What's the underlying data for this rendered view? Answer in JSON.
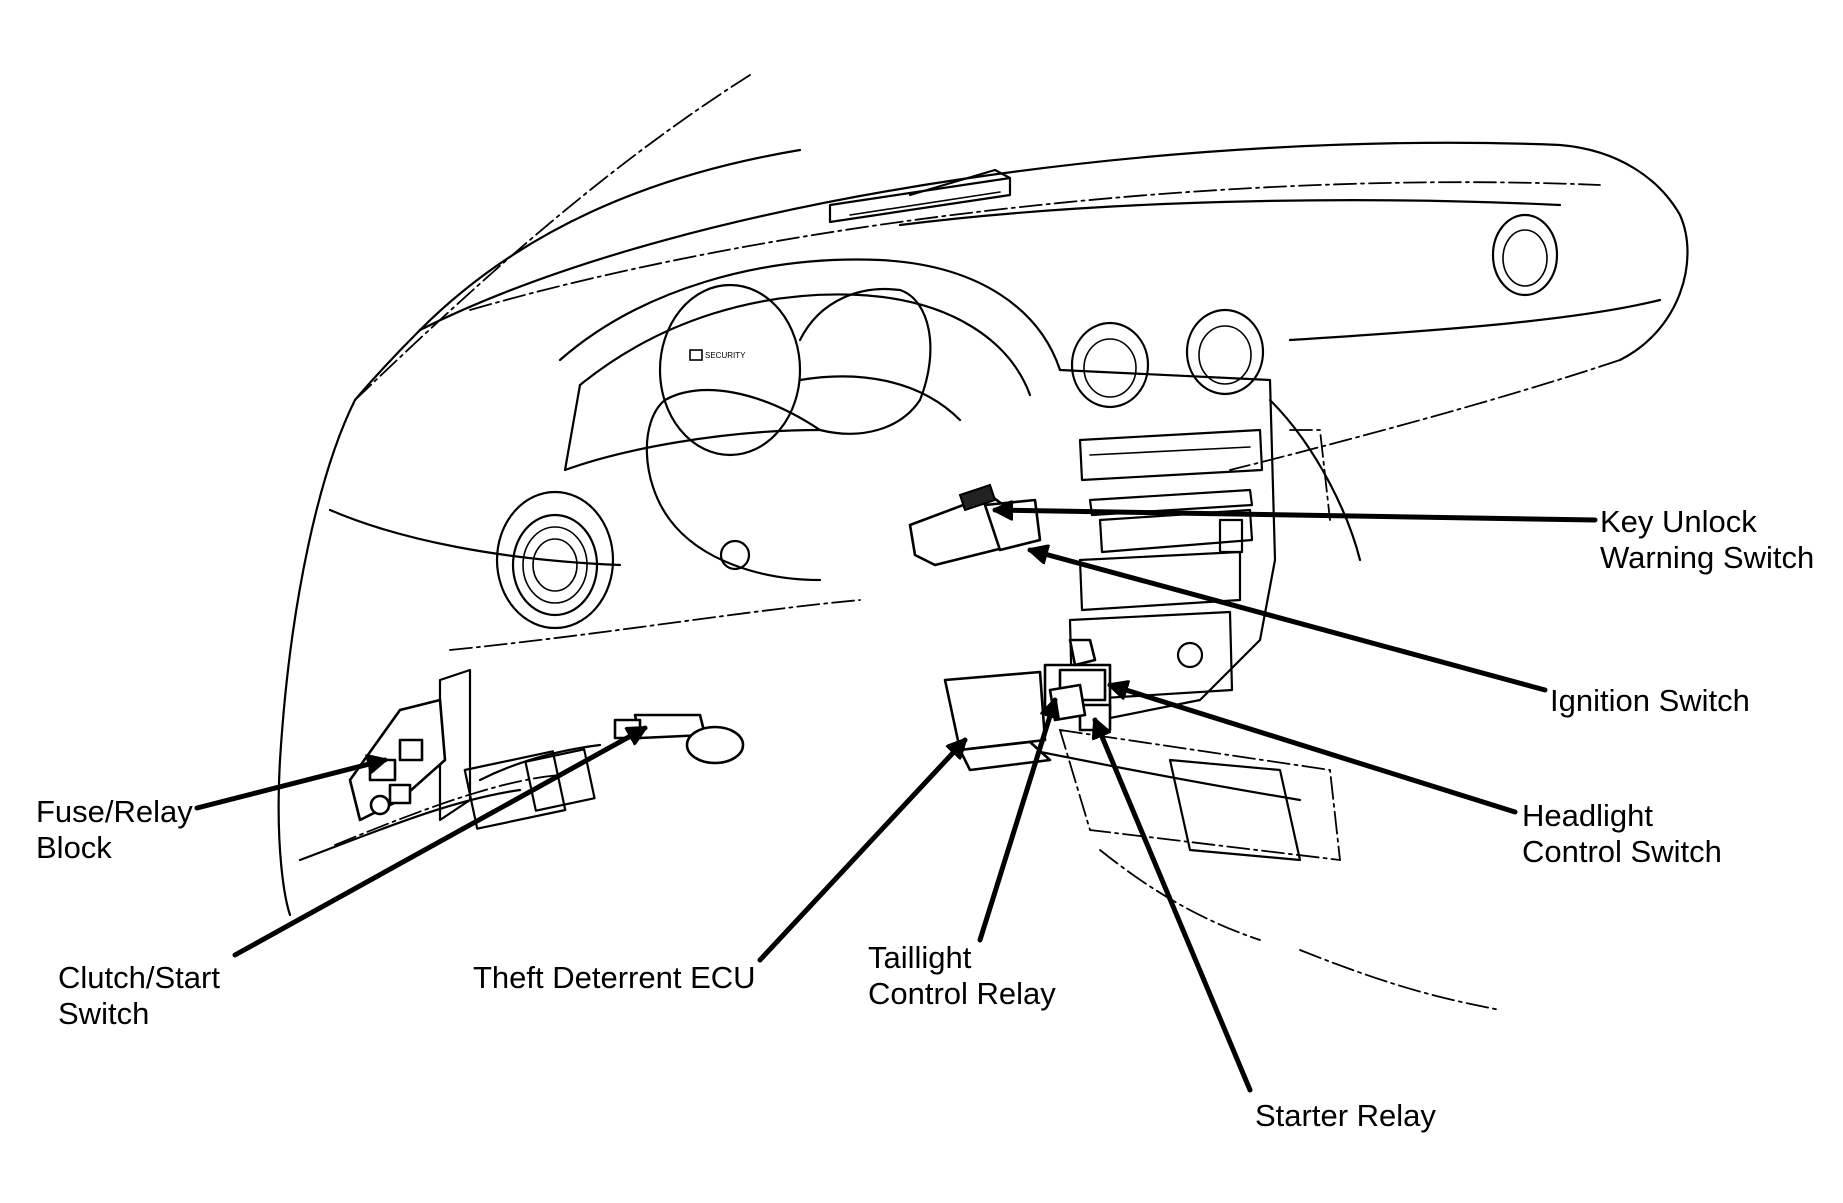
{
  "labels": {
    "key_unlock": [
      "Key Unlock",
      "Warning Switch"
    ],
    "ignition": [
      "Ignition Switch"
    ],
    "headlight": [
      "Headlight",
      "Control Switch"
    ],
    "fuse_relay": [
      "Fuse/Relay",
      "Block"
    ],
    "clutch_start": [
      "Clutch/Start",
      "Switch"
    ],
    "theft_ecu": [
      "Theft Deterrent ECU"
    ],
    "taillight": [
      "Taillight",
      "Control Relay"
    ],
    "starter": [
      "Starter Relay"
    ]
  },
  "cluster_badge": "SECURITY"
}
